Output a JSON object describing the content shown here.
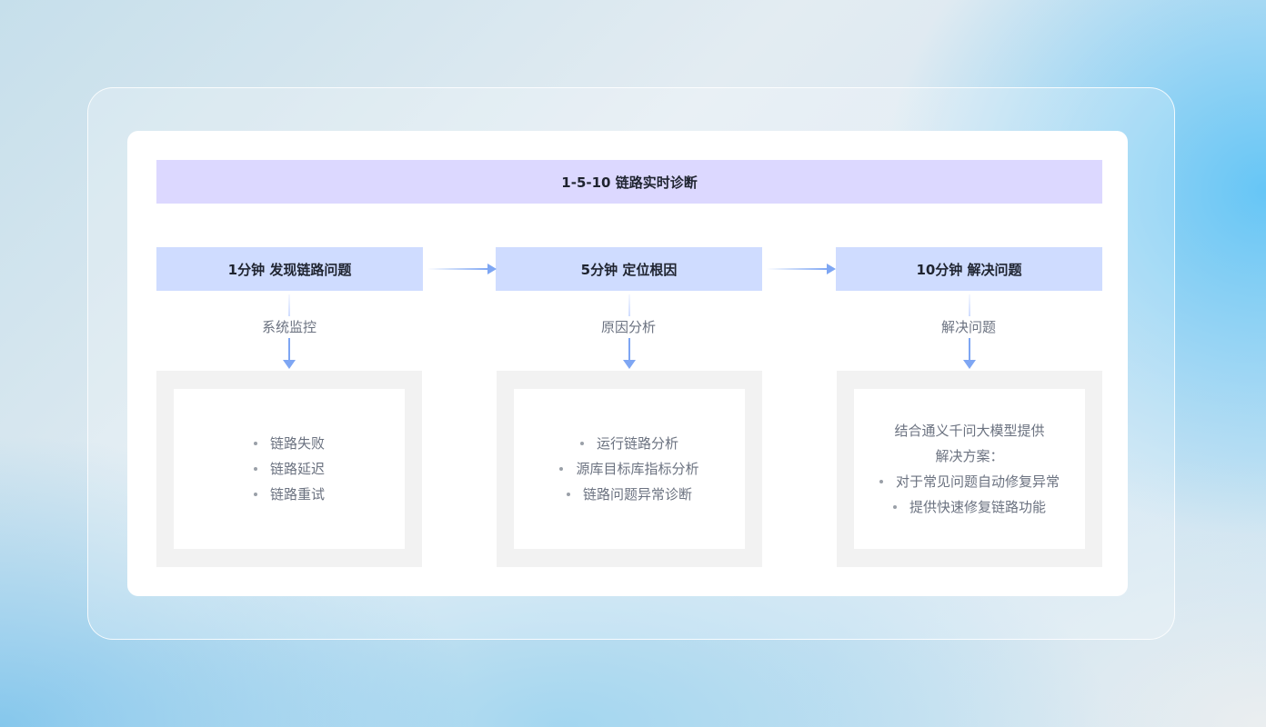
{
  "title": "1-5-10 链路实时诊断",
  "steps": [
    {
      "header": "1分钟 发现链路问题",
      "label": "系统监控",
      "intro": [],
      "items": [
        "链路失败",
        "链路延迟",
        "链路重试"
      ]
    },
    {
      "header": "5分钟 定位根因",
      "label": "原因分析",
      "intro": [],
      "items": [
        "运行链路分析",
        "源库目标库指标分析",
        "链路问题异常诊断"
      ]
    },
    {
      "header": "10分钟 解决问题",
      "label": "解决问题",
      "intro": [
        "结合通义千问大模型提供",
        "解决方案："
      ],
      "items": [
        "对于常见问题自动修复异常",
        "提供快速修复链路功能"
      ]
    }
  ],
  "colors": {
    "title_bg": "#dcd8ff",
    "header_bg": "#cfdcff",
    "arrow": "#7ea6f3",
    "detail_bg": "#f2f2f2"
  }
}
